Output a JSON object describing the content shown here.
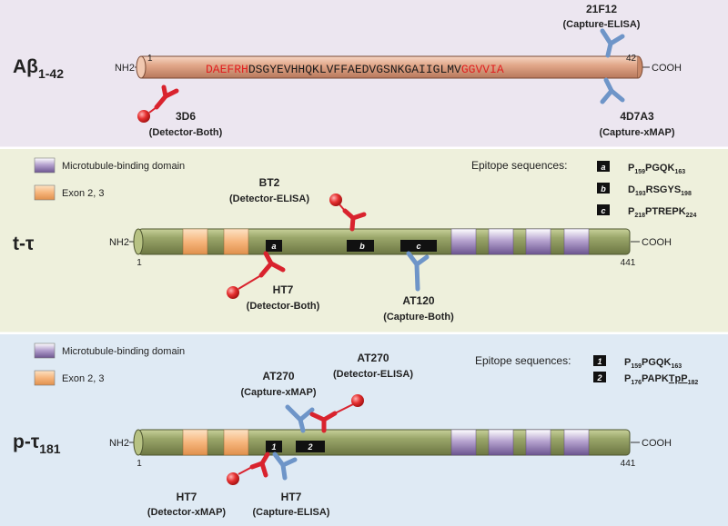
{
  "abeta": {
    "title_main": "Aβ",
    "title_sub": "1-42",
    "nh2": "NH2",
    "cooh": "COOH",
    "start_num": "1",
    "end_num": "42",
    "seq_red_start": "DAEFRH",
    "seq_black": "DSGYEVHHQKLVFFAEDVGSNKGAIIGLMV",
    "seq_red_end": "GGVVIA",
    "ab_3d6_name": "3D6",
    "ab_3d6_role": "(Detector-Both)",
    "ab_21f12_name": "21F12",
    "ab_21f12_role": "(Capture-ELISA)",
    "ab_4d7a3_name": "4D7A3",
    "ab_4d7a3_role": "(Capture-xMAP)"
  },
  "ttau": {
    "title_main": "t-τ",
    "nh2": "NH2",
    "cooh": "COOH",
    "start_num": "1",
    "end_num": "441",
    "legend_mbd": "Microtubule-binding domain",
    "legend_exon": "Exon 2, 3",
    "epitope_title": "Epitope sequences:",
    "epitopes": [
      {
        "key": "a",
        "pre": "P",
        "sub1": "159",
        "mid": "PGQK",
        "sub2": "163"
      },
      {
        "key": "b",
        "pre": "D",
        "sub1": "193",
        "mid": "RSGYS",
        "sub2": "198"
      },
      {
        "key": "c",
        "pre": "P",
        "sub1": "218",
        "mid": "PTREPK",
        "sub2": "224"
      }
    ],
    "ab_bt2_name": "BT2",
    "ab_bt2_role": "(Detector-ELISA)",
    "ab_ht7_name": "HT7",
    "ab_ht7_role": "(Detector-Both)",
    "ab_at120_name": "AT120",
    "ab_at120_role": "(Capture-Both)"
  },
  "ptau": {
    "title_main": "p-τ",
    "title_sub": "181",
    "nh2": "NH2",
    "cooh": "COOH",
    "start_num": "1",
    "end_num": "441",
    "legend_mbd": "Microtubule-binding domain",
    "legend_exon": "Exon 2, 3",
    "epitope_title": "Epitope sequences:",
    "ep1": {
      "key": "1",
      "pre": "P",
      "sub1": "159",
      "mid": "PGQK",
      "sub2": "163"
    },
    "ep2": {
      "key": "2",
      "pre": "P",
      "sub1": "176",
      "mid": "PAPK",
      "tp": "TpP",
      "sub2": "182"
    },
    "ab_at270c_name": "AT270",
    "ab_at270c_role": "(Capture-xMAP)",
    "ab_at270d_name": "AT270",
    "ab_at270d_role": "(Detector-ELISA)",
    "ab_ht7x_name": "HT7",
    "ab_ht7x_role": "(Detector-xMAP)",
    "ab_ht7e_name": "HT7",
    "ab_ht7e_role": "(Capture-ELISA)"
  },
  "colors": {
    "panel_abeta": "#ece6f0",
    "panel_ttau": "#eef0dc",
    "panel_ptau": "#dfeaf4",
    "tube_green": "#8e9a5e",
    "tube_abeta": "#e0a88a",
    "mbd_purple": "#9b86b6",
    "exon_orange": "#f6b57c",
    "detector_red": "#d9232e",
    "capture_blue": "#6e95c8",
    "seq_red": "#e02020"
  }
}
